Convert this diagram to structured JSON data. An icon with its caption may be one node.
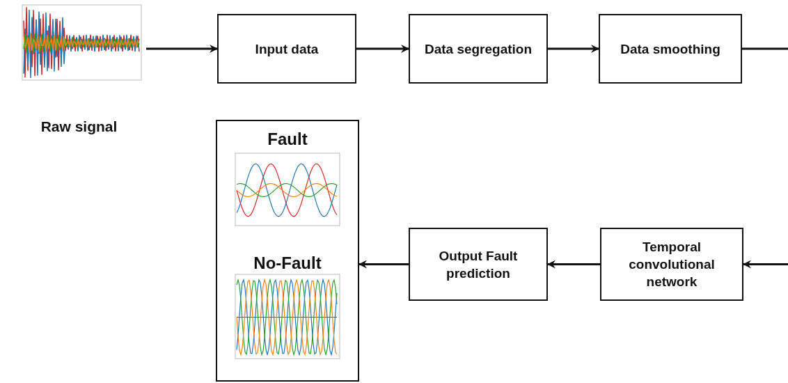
{
  "diagram": {
    "nodes": [
      {
        "text": [],
        "shape": "picture",
        "beside": [
          "Raw signal"
        ]
      },
      {
        "text": [
          "Input data"
        ]
      },
      {
        "text": [
          "Data segregation"
        ]
      },
      {
        "text": [
          "Data smoothing"
        ]
      },
      {
        "text": [
          "Temporal convolutional network"
        ]
      },
      {
        "text": [
          "Output Fault prediction"
        ]
      },
      {
        "text": [
          "Fault",
          "No-Fault"
        ]
      }
    ],
    "edges": [
      {
        "from": 0,
        "to": 1,
        "arrow": "to"
      },
      {
        "from": 1,
        "to": 2,
        "arrow": "to"
      },
      {
        "from": 2,
        "to": 3,
        "arrow": "to"
      },
      {
        "from": 3,
        "to": null,
        "arrow": "none"
      },
      {
        "from": null,
        "to": 4,
        "arrow": "to"
      },
      {
        "from": 4,
        "to": 5,
        "arrow": "to"
      },
      {
        "from": 5,
        "to": 6,
        "arrow": "to"
      }
    ]
  }
}
